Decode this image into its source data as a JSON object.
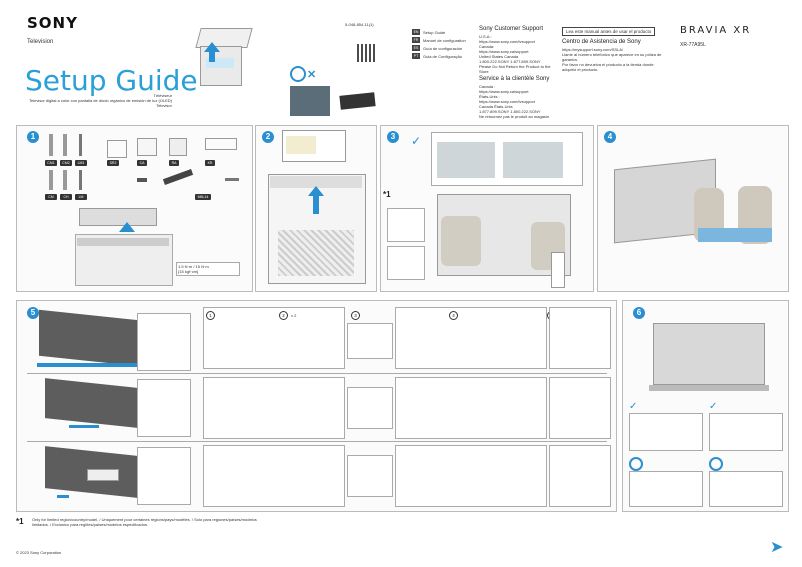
{
  "header": {
    "brand": "SONY",
    "product_line": "Television",
    "title": "Setup Guide",
    "subtitle_lines": [
      "Téléviseur",
      "Televisor digital a color con pantalla de diodo orgánico de emisión de luz (OLED)",
      "Televisor"
    ],
    "doc_number": "5-048-854-11(1)",
    "series": "BRAVIA XR",
    "model": "XR-77A95L"
  },
  "languages": [
    {
      "code": "EN",
      "label": "Setup Guide"
    },
    {
      "code": "FR",
      "label": "Manuel de configuration"
    },
    {
      "code": "ES",
      "label": "Guía de configuración"
    },
    {
      "code": "PT",
      "label": "Guia de Configuração"
    }
  ],
  "support": {
    "heading": "Sony Customer Support",
    "lines": [
      "U.S.A.:",
      "https://www.sony.com/tvsupport",
      "Canada:",
      "https://www.sony.ca/support",
      "United States  Canada",
      "1.800.222.SONY   1.877.899.SONY",
      "Please Do Not Return the Product to the Store"
    ],
    "heading_fr": "Service à la clientèle Sony",
    "lines_fr": [
      "Canada :",
      "https://www.sony.ca/support",
      "États-Unis :",
      "https://www.sony.com/tvsupport",
      "Canada   États-Unis",
      "1.877.899.SONY   1.800.222.SONY",
      "Ne retournez pas le produit au magasin"
    ]
  },
  "latam": {
    "notice_box": "Lea este manual antes de usar el producto",
    "heading": "Centro de Asistencia de Sony",
    "url": "https://mysupport.sony.com/SSLA/",
    "lines": [
      "Llame al número telefónico que aparece en su póliza de garantía.",
      "Por favor no devuelva el producto a la tienda donde adquirió el producto."
    ]
  },
  "steps": {
    "s1_label": "1",
    "s2_label": "2",
    "s3_label": "3",
    "s4_label": "4",
    "s5_label": "5",
    "s6_label": "6"
  },
  "parts": [
    "CM1",
    "CM2",
    "LM1",
    "SR2",
    "CA",
    "RA",
    "KR",
    "CM",
    "CH",
    "LM",
    "M5L14"
  ],
  "torque": [
    "1.5 N·m / 15 N·m",
    "{15 kgf·cm}"
  ],
  "sub_steps": [
    "1",
    "2",
    "3",
    "4",
    "5"
  ],
  "screw_label": "x 2",
  "footnote_marker": "*1",
  "footnote": "Only for limited region/country/model. / Uniquement pour certaines régions/pays/modèles. / Solo para regiones/países/modelos limitados. / Exclusivo para regiões/países/modelos especificados.",
  "copyright": "© 2023 Sony Corporation",
  "colors": {
    "accent": "#2a9fd8",
    "step_badge": "#2a8fd0",
    "tv_panel": "#6b6b6b"
  }
}
